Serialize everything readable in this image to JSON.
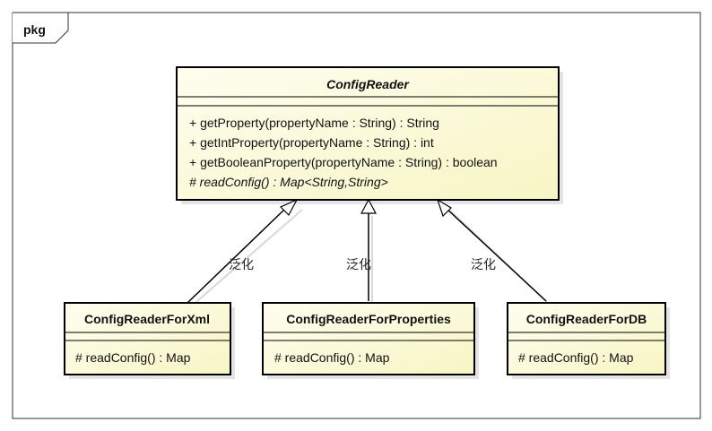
{
  "package": {
    "label": "pkg"
  },
  "classes": {
    "config_reader": {
      "name": "ConfigReader",
      "operations": [
        "+ getProperty(propertyName : String) : String",
        "+ getIntProperty(propertyName : String) : int",
        "+ getBooleanProperty(propertyName : String) : boolean",
        "# readConfig() : Map<String,String>"
      ]
    },
    "config_reader_for_xml": {
      "name": "ConfigReaderForXml",
      "operations": [
        "# readConfig() : Map"
      ]
    },
    "config_reader_for_properties": {
      "name": "ConfigReaderForProperties",
      "operations": [
        "# readConfig() : Map"
      ]
    },
    "config_reader_for_db": {
      "name": "ConfigReaderForDB",
      "operations": [
        "# readConfig() : Map"
      ]
    }
  },
  "relations": [
    {
      "label": "泛化"
    },
    {
      "label": "泛化"
    },
    {
      "label": "泛化"
    }
  ],
  "colors": {
    "class_fill": "#fdfcd6",
    "border": "#000000",
    "shadow": "#e4e4e4"
  }
}
